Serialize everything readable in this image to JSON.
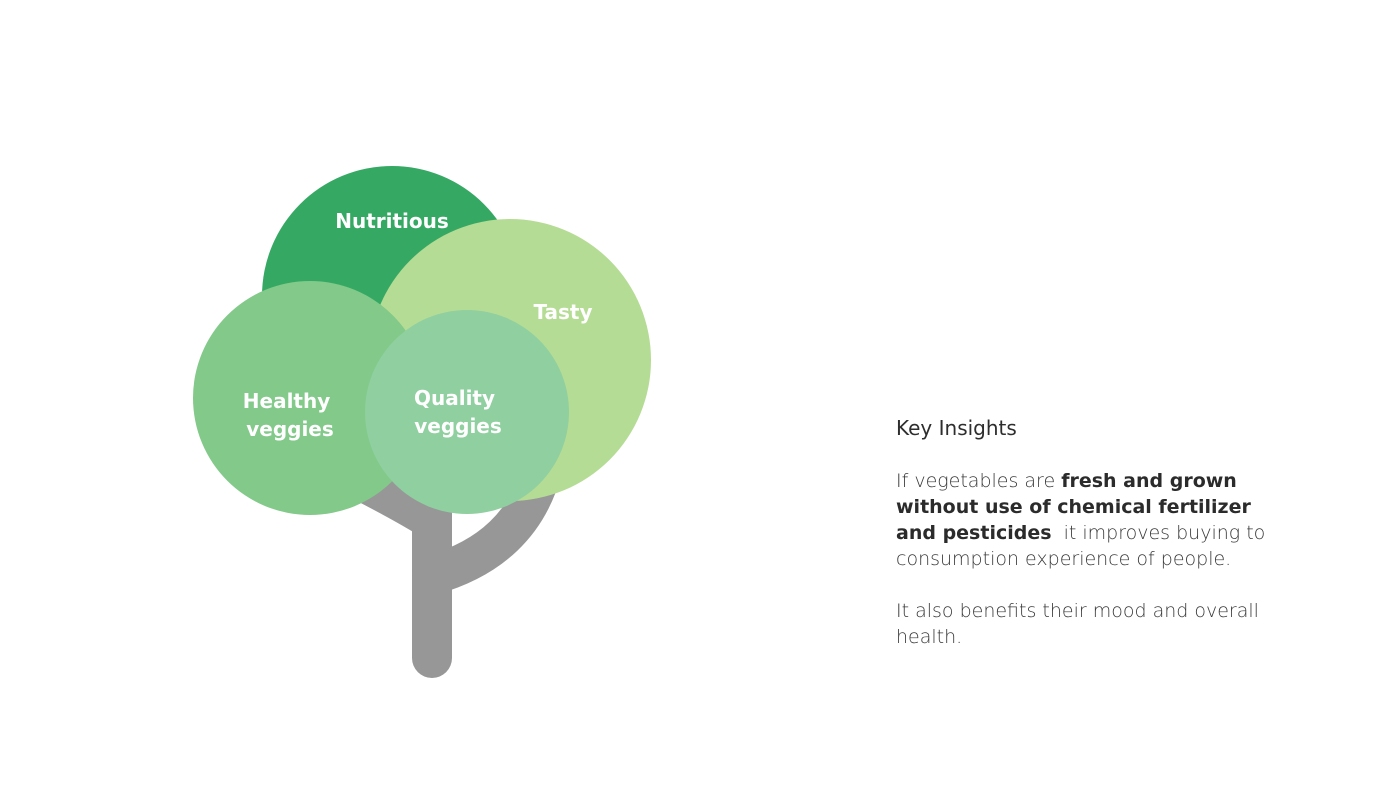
{
  "diagram": {
    "circles": [
      {
        "id": "nutritious",
        "label_lines": [
          "Nutritious"
        ],
        "color": "#35a963"
      },
      {
        "id": "tasty",
        "label_lines": [
          "Tasty"
        ],
        "color": "#b5dc94"
      },
      {
        "id": "healthy",
        "label_lines": [
          "Healthy",
          "veggies"
        ],
        "color": "#82c98a"
      },
      {
        "id": "quality",
        "label_lines": [
          "Quality",
          "veggies"
        ],
        "color": "#90cfa0"
      }
    ],
    "trunk_color": "#979797"
  },
  "insights": {
    "title": "Key Insights",
    "paragraph1": {
      "text_before": "If vegetables are ",
      "bold": "fresh and grown without use of chemical fertilizer and pesticides",
      "text_after": "  it improves buying to consumption experience of people."
    },
    "paragraph2": "It also benefits their mood and overall health."
  }
}
